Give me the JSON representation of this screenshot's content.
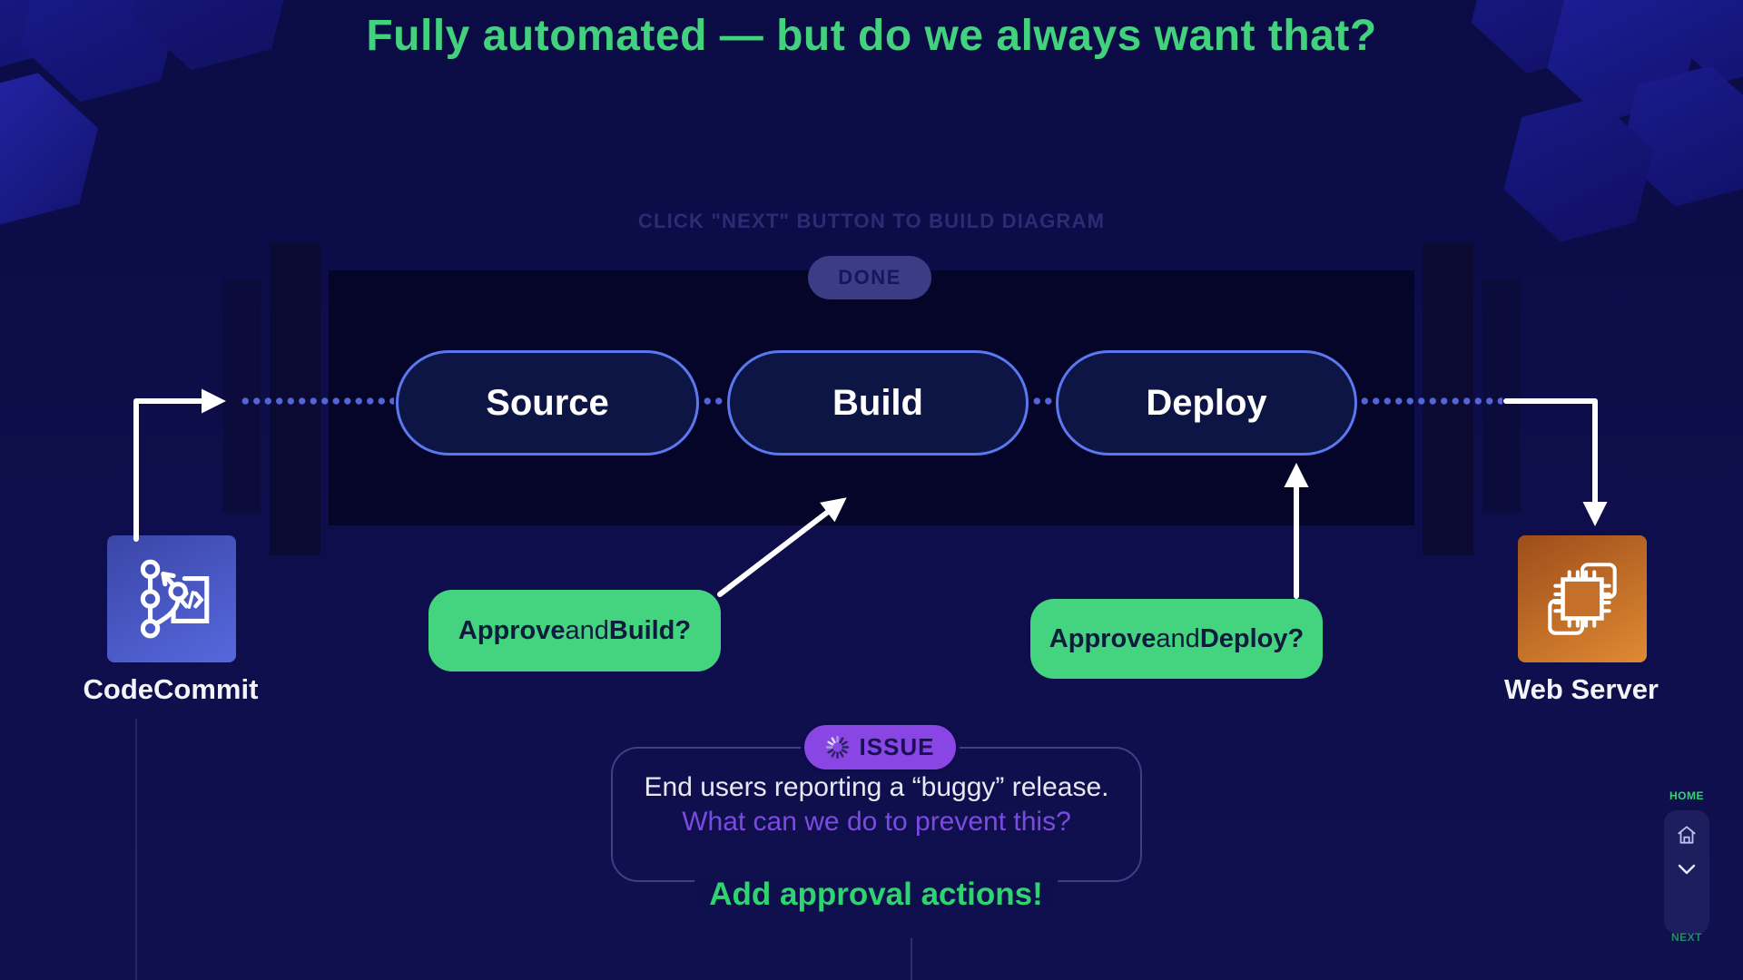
{
  "slide": {
    "title": "Fully automated — but do we always want that?",
    "hint": "CLICK \"NEXT\" BUTTON TO BUILD DIAGRAM",
    "done_button": "DONE"
  },
  "pipeline": {
    "stages": [
      {
        "label": "Source"
      },
      {
        "label": "Build"
      },
      {
        "label": "Deploy"
      }
    ],
    "source_node": {
      "label": "CodeCommit",
      "icon": "codecommit-icon"
    },
    "target_node": {
      "label": "Web Server",
      "icon": "server-chip-icon"
    }
  },
  "callouts": {
    "build": {
      "bold1": "Approve",
      "mid": " and ",
      "bold2": "Build?"
    },
    "deploy": {
      "bold1": "Approve",
      "mid": " and ",
      "bold2": "Deploy?"
    }
  },
  "issue": {
    "badge_label": "ISSUE",
    "badge_icon": "spinner-icon",
    "line1": "End users reporting a “buggy” release.",
    "line2": "What can we do to prevent this?",
    "cta": "Add approval actions!"
  },
  "nav": {
    "home_label": "HOME",
    "next_label": "NEXT"
  },
  "colors": {
    "background": "#0e0e4b",
    "band": "#05052a",
    "accent_green": "#42d17d",
    "callout_green": "#44d37f",
    "cta_green": "#2fd470",
    "badge_purple": "#8a46e4",
    "link_purple": "#7b4be0",
    "pill_border": "#5b78ee",
    "dotted_line": "#5564d6",
    "codecommit_blue": "#5668dd",
    "webserver_orange": "#df8a33"
  }
}
